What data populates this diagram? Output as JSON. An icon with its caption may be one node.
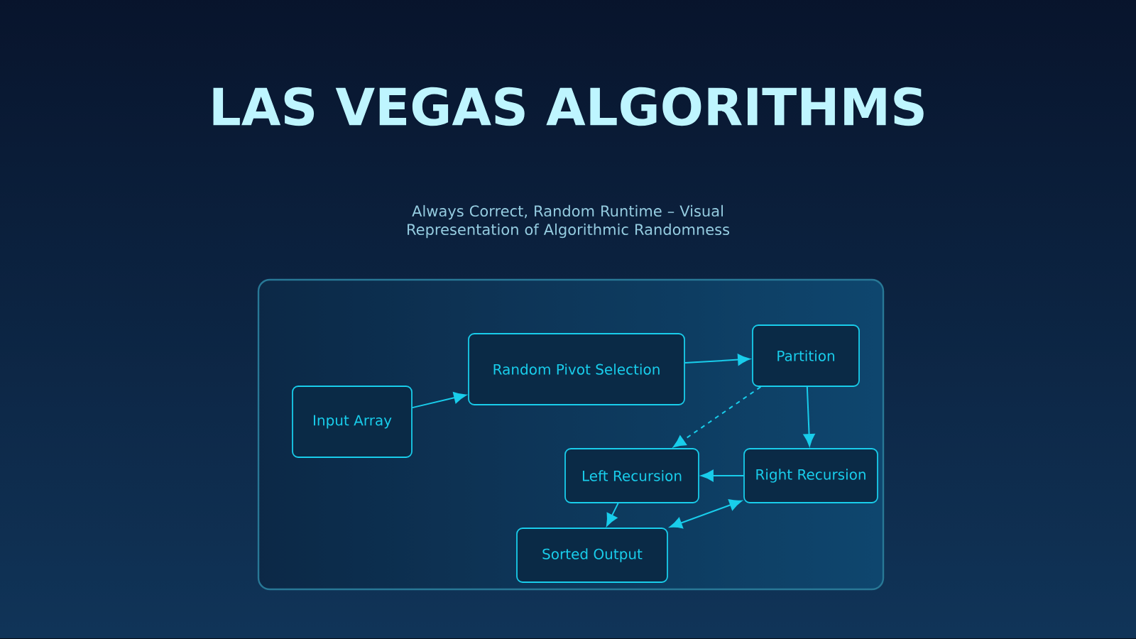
{
  "diagram": {
    "title": "LAS VEGAS ALGORITHMS",
    "caption": "Always Correct, Random Runtime – Visual Representation of Algorithmic Randomness",
    "nodes": [
      {
        "text": [
          "Input Array"
        ]
      },
      {
        "text": [
          "Random Pivot Selection"
        ]
      },
      {
        "text": [
          "Partition"
        ]
      },
      {
        "text": [
          "Left Recursion"
        ]
      },
      {
        "text": [
          "Right Recursion"
        ]
      },
      {
        "text": [
          "Sorted Output"
        ]
      }
    ],
    "edges": [
      {
        "from": 0,
        "to": 1,
        "arrow": "to"
      },
      {
        "from": 1,
        "to": 2,
        "arrow": "to"
      },
      {
        "from": 2,
        "to": 3,
        "arrow": "to",
        "style": "dashed"
      },
      {
        "from": 2,
        "to": 4,
        "arrow": "to"
      },
      {
        "from": 4,
        "to": 3,
        "arrow": "to"
      },
      {
        "from": 3,
        "to": 5,
        "arrow": "to"
      },
      {
        "from": 4,
        "to": 5,
        "arrow": "both"
      }
    ]
  }
}
